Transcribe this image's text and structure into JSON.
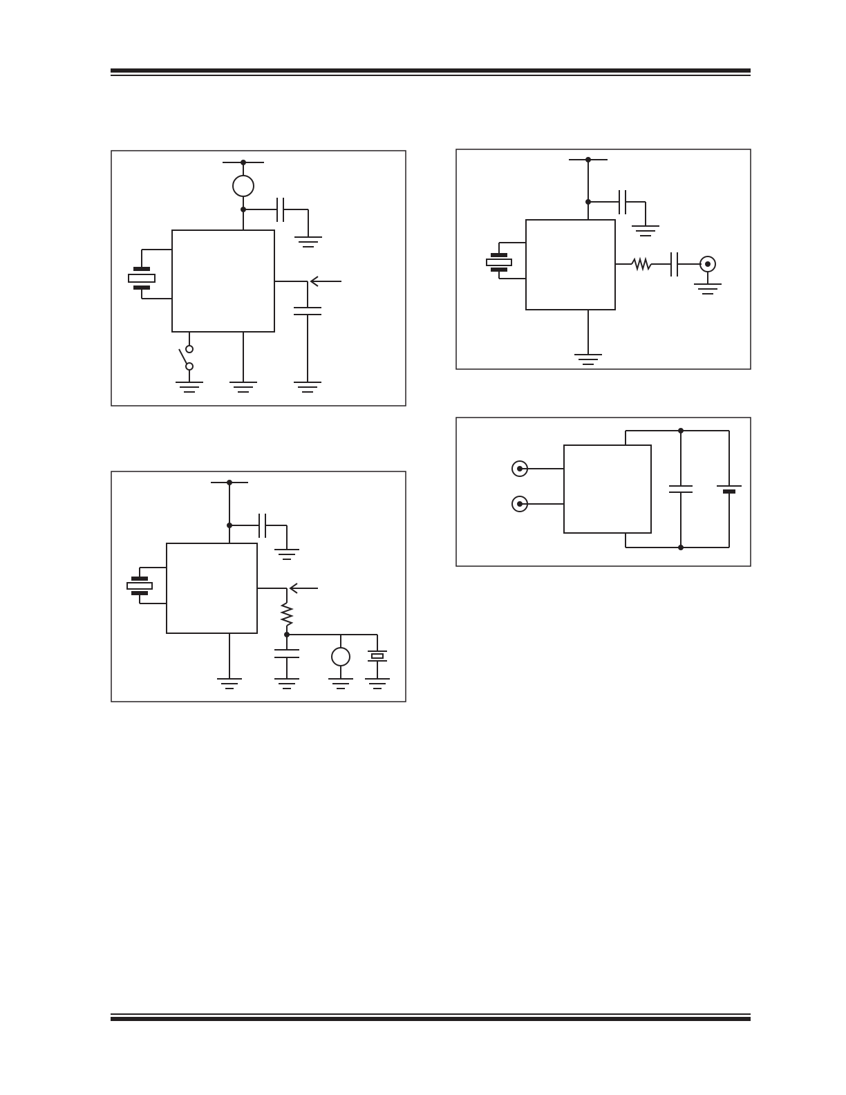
{
  "page": {
    "header_rule": true,
    "footer_rule": true
  },
  "figures": [
    {
      "id": "figure-1",
      "components": [
        "supply-rail",
        "indicator-circle",
        "bypass-capacitor",
        "ground",
        "ic-block",
        "crystal",
        "push-switch",
        "output-arrow",
        "filter-capacitor"
      ]
    },
    {
      "id": "figure-2",
      "components": [
        "supply-rail",
        "bypass-capacitor",
        "ground",
        "ic-block",
        "crystal",
        "series-resistor",
        "coupling-capacitor",
        "output-jack"
      ]
    },
    {
      "id": "figure-3",
      "components": [
        "supply-rail",
        "bypass-capacitor",
        "ground",
        "ic-block",
        "crystal",
        "output-arrow",
        "resistor",
        "capacitor",
        "indicator-circle",
        "piezo-element"
      ]
    },
    {
      "id": "figure-4",
      "components": [
        "input-jack",
        "input-jack",
        "ic-block",
        "capacitor",
        "battery"
      ]
    }
  ],
  "colors": {
    "ink": "#231f20",
    "paper": "#ffffff"
  }
}
